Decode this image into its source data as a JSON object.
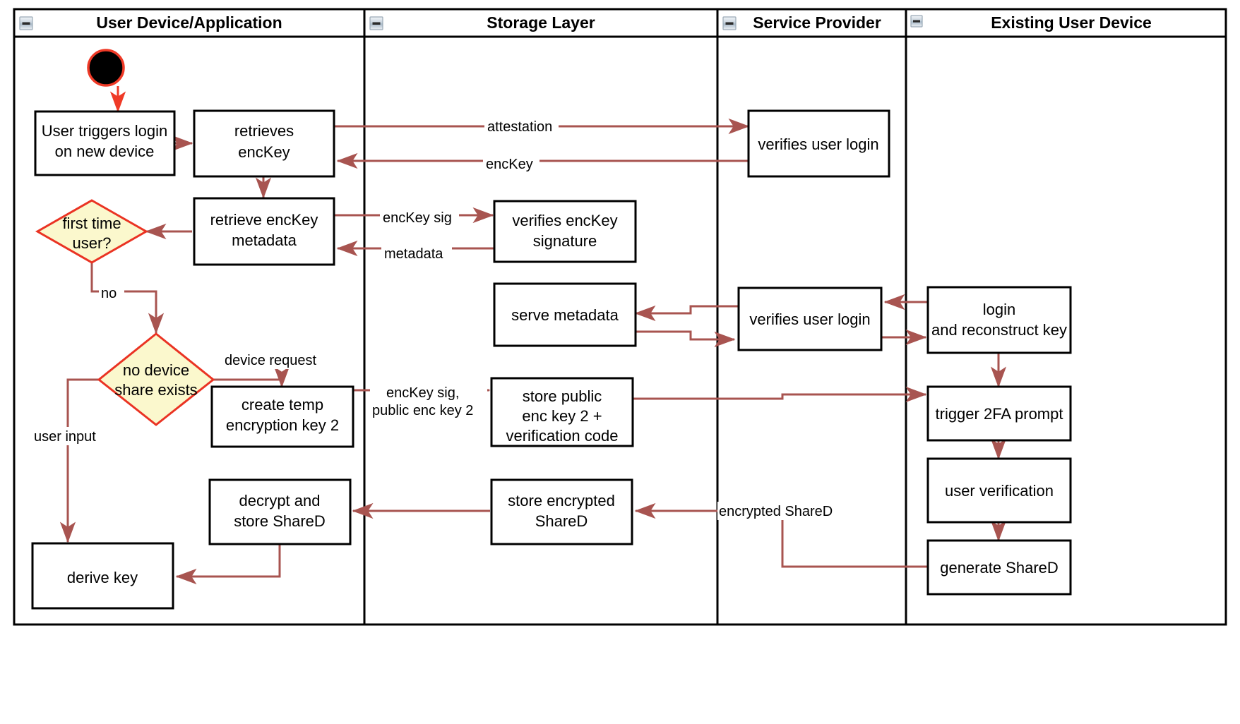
{
  "diagram": {
    "title": "User login on new device - key reconstruction activity diagram",
    "type": "uml-activity-swimlane",
    "colors": {
      "lane_border": "#000000",
      "node_border": "#000000",
      "node_fill": "#ffffff",
      "decision_fill": "#fbf8cd",
      "decision_border": "#ea3323",
      "flow_arrow": "#a85450",
      "start_node_fill": "#000000",
      "start_node_ring": "#ef3a27",
      "background": "#ffffff",
      "text": "#000000"
    },
    "lanes": [
      {
        "id": "lane-user-device",
        "title": "User Device/Application",
        "collapse_icon": "minimize-icon"
      },
      {
        "id": "lane-storage",
        "title": "Storage Layer",
        "collapse_icon": "minimize-icon"
      },
      {
        "id": "lane-service-provider",
        "title": "Service Provider",
        "collapse_icon": "minimize-icon"
      },
      {
        "id": "lane-existing-device",
        "title": "Existing User Device",
        "collapse_icon": "minimize-icon"
      }
    ],
    "nodes": [
      {
        "id": "start",
        "kind": "start",
        "lane": "lane-user-device",
        "label": ""
      },
      {
        "id": "n-user-triggers-login",
        "kind": "activity",
        "lane": "lane-user-device",
        "lines": [
          "User triggers login",
          "on new device"
        ]
      },
      {
        "id": "n-retrieves-enckey",
        "kind": "activity",
        "lane": "lane-user-device",
        "lines": [
          "retrieves",
          "encKey"
        ]
      },
      {
        "id": "n-retrieve-enckey-metadata",
        "kind": "activity",
        "lane": "lane-user-device",
        "lines": [
          "retrieve encKey",
          "metadata"
        ]
      },
      {
        "id": "n-first-time-user",
        "kind": "decision",
        "lane": "lane-user-device",
        "lines": [
          "first time",
          "user?"
        ]
      },
      {
        "id": "n-no-device-share",
        "kind": "decision",
        "lane": "lane-user-device",
        "lines": [
          "no device",
          "share exists"
        ]
      },
      {
        "id": "n-create-temp-key",
        "kind": "activity",
        "lane": "lane-user-device",
        "lines": [
          "create temp",
          "encryption key 2"
        ]
      },
      {
        "id": "n-decrypt-store-shared",
        "kind": "activity",
        "lane": "lane-user-device",
        "lines": [
          "decrypt and",
          "store ShareD"
        ]
      },
      {
        "id": "n-derive-key",
        "kind": "activity",
        "lane": "lane-user-device",
        "lines": [
          "derive key"
        ]
      },
      {
        "id": "n-verifies-enckey-signature",
        "kind": "activity",
        "lane": "lane-storage",
        "lines": [
          "verifies encKey",
          "signature"
        ]
      },
      {
        "id": "n-serve-metadata",
        "kind": "activity",
        "lane": "lane-storage",
        "lines": [
          "serve metadata"
        ]
      },
      {
        "id": "n-store-public-key",
        "kind": "activity",
        "lane": "lane-storage",
        "lines": [
          "store public",
          "enc key 2 +",
          "verification code"
        ]
      },
      {
        "id": "n-store-encrypted-shared",
        "kind": "activity",
        "lane": "lane-storage",
        "lines": [
          "store encrypted",
          "ShareD"
        ]
      },
      {
        "id": "n-verifies-user-login-1",
        "kind": "activity",
        "lane": "lane-service-provider",
        "lines": [
          "verifies user login"
        ]
      },
      {
        "id": "n-verifies-user-login-2",
        "kind": "activity",
        "lane": "lane-service-provider",
        "lines": [
          "verifies user login"
        ]
      },
      {
        "id": "n-login-reconstruct-key",
        "kind": "activity",
        "lane": "lane-existing-device",
        "lines": [
          "login",
          "and reconstruct key"
        ]
      },
      {
        "id": "n-trigger-2fa",
        "kind": "activity",
        "lane": "lane-existing-device",
        "lines": [
          "trigger 2FA prompt"
        ]
      },
      {
        "id": "n-user-verification",
        "kind": "activity",
        "lane": "lane-existing-device",
        "lines": [
          "user verification"
        ]
      },
      {
        "id": "n-generate-shared",
        "kind": "activity",
        "lane": "lane-existing-device",
        "lines": [
          "generate ShareD"
        ]
      }
    ],
    "edges": [
      {
        "id": "e-start",
        "from": "start",
        "to": "n-user-triggers-login",
        "label": ""
      },
      {
        "id": "e-login-to-retrieve",
        "from": "n-user-triggers-login",
        "to": "n-retrieves-enckey",
        "label": ""
      },
      {
        "id": "e-attestation",
        "from": "n-retrieves-enckey",
        "to": "n-verifies-user-login-1",
        "label": "attestation"
      },
      {
        "id": "e-enckey",
        "from": "n-verifies-user-login-1",
        "to": "n-retrieves-enckey",
        "label": "encKey"
      },
      {
        "id": "e-retrieve-down",
        "from": "n-retrieves-enckey",
        "to": "n-retrieve-enckey-metadata",
        "label": ""
      },
      {
        "id": "e-enckey-sig",
        "from": "n-retrieve-enckey-metadata",
        "to": "n-verifies-enckey-signature",
        "label": "encKey sig"
      },
      {
        "id": "e-metadata",
        "from": "n-verifies-enckey-signature",
        "to": "n-retrieve-enckey-metadata",
        "label": "metadata"
      },
      {
        "id": "e-to-first-time",
        "from": "n-retrieve-enckey-metadata",
        "to": "n-first-time-user",
        "label": ""
      },
      {
        "id": "e-no",
        "from": "n-first-time-user",
        "to": "n-no-device-share",
        "label": "no"
      },
      {
        "id": "e-device-request",
        "from": "n-no-device-share",
        "to": "n-create-temp-key",
        "label": "device request"
      },
      {
        "id": "e-user-input",
        "from": "n-no-device-share",
        "to": "n-derive-key",
        "label": "user input"
      },
      {
        "id": "e-enckey-sig-public",
        "from": "n-create-temp-key",
        "to": "n-store-public-key",
        "label": "encKey sig,\npublic enc key 2",
        "label_lines": [
          "encKey sig,",
          "public enc key 2"
        ]
      },
      {
        "id": "e-existing-to-sp",
        "from": "n-login-reconstruct-key",
        "to": "n-verifies-user-login-2",
        "label": ""
      },
      {
        "id": "e-sp-to-existing",
        "from": "n-verifies-user-login-2",
        "to": "n-login-reconstruct-key",
        "label": ""
      },
      {
        "id": "e-sp-to-serve-metadata",
        "from": "n-verifies-user-login-2",
        "to": "n-serve-metadata",
        "label": ""
      },
      {
        "id": "e-serve-metadata-to-sp",
        "from": "n-serve-metadata",
        "to": "n-verifies-user-login-2",
        "label": ""
      },
      {
        "id": "e-store-to-2fa",
        "from": "n-store-public-key",
        "to": "n-trigger-2fa",
        "label": ""
      },
      {
        "id": "e-login-to-2fa",
        "from": "n-login-reconstruct-key",
        "to": "n-trigger-2fa",
        "label": ""
      },
      {
        "id": "e-2fa-to-verify",
        "from": "n-trigger-2fa",
        "to": "n-user-verification",
        "label": ""
      },
      {
        "id": "e-verify-to-generate",
        "from": "n-user-verification",
        "to": "n-generate-shared",
        "label": ""
      },
      {
        "id": "e-encrypted-shared",
        "from": "n-generate-shared",
        "to": "n-store-encrypted-shared",
        "label": "encrypted ShareD"
      },
      {
        "id": "e-store-to-decrypt",
        "from": "n-store-encrypted-shared",
        "to": "n-decrypt-store-shared",
        "label": ""
      },
      {
        "id": "e-decrypt-to-derive",
        "from": "n-decrypt-store-shared",
        "to": "n-derive-key",
        "label": ""
      }
    ],
    "labels": {
      "attestation": "attestation",
      "enckey": "encKey",
      "enckey_sig": "encKey sig",
      "metadata": "metadata",
      "no": "no",
      "device_request": "device request",
      "user_input": "user input",
      "enckey_sig_public_1": "encKey sig,",
      "enckey_sig_public_2": "public enc key 2",
      "encrypted_shared": "encrypted ShareD"
    },
    "node_text": {
      "user_triggers_login_1": "User triggers login",
      "user_triggers_login_2": "on new device",
      "retrieves_1": "retrieves",
      "retrieves_2": "encKey",
      "retrieve_metadata_1": "retrieve encKey",
      "retrieve_metadata_2": "metadata",
      "first_time_1": "first time",
      "first_time_2": "user?",
      "no_device_1": "no device",
      "no_device_2": "share exists",
      "create_temp_1": "create temp",
      "create_temp_2": "encryption key 2",
      "decrypt_store_1": "decrypt and",
      "decrypt_store_2": "store ShareD",
      "derive_key": "derive key",
      "verifies_sig_1": "verifies encKey",
      "verifies_sig_2": "signature",
      "serve_metadata": "serve metadata",
      "store_public_1": "store public",
      "store_public_2": "enc key 2 +",
      "store_public_3": "verification code",
      "store_encrypted_1": "store encrypted",
      "store_encrypted_2": "ShareD",
      "verifies_login_1": "verifies user login",
      "verifies_login_2": "verifies user login",
      "login_reconstruct_1": "login",
      "login_reconstruct_2": "and reconstruct key",
      "trigger_2fa": "trigger 2FA prompt",
      "user_verification": "user verification",
      "generate_shared": "generate ShareD"
    }
  }
}
